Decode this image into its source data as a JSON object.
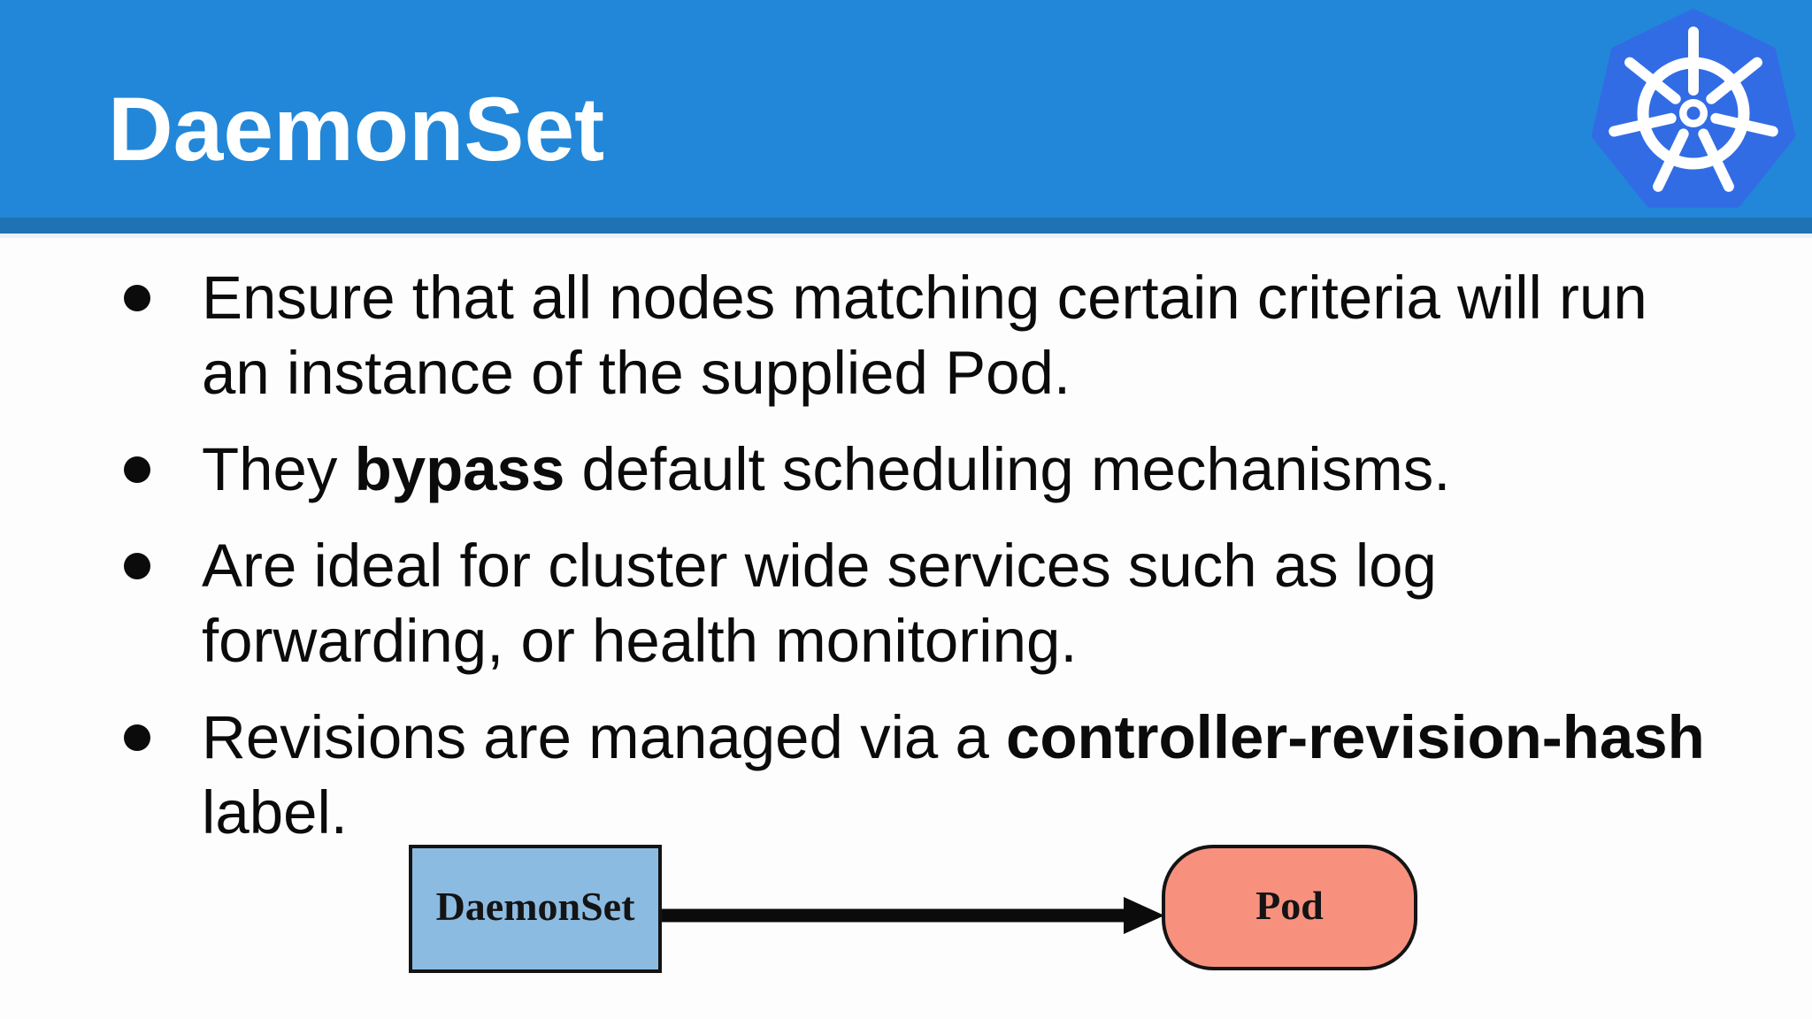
{
  "slide": {
    "title": "DaemonSet",
    "colors": {
      "header_bg": "#2287d8",
      "header_strip": "#1f72b4",
      "kubernetes_blue": "#326ce5",
      "body_bg": "#fdfdfe",
      "text": "#0b0b0b",
      "daemonset_box_fill": "#8cbbe2",
      "pod_fill": "#f7917e",
      "shape_border": "#141414"
    },
    "icons": {
      "logo": "kubernetes-helm-wheel-icon",
      "bullet": "disc-bullet-icon",
      "arrow": "right-arrow-icon"
    }
  },
  "bullets": [
    {
      "pre": "Ensure that all nodes matching certain criteria will run an instance of the supplied Pod.",
      "bold": "",
      "post": ""
    },
    {
      "pre": "They ",
      "bold": "bypass",
      "post": " default scheduling mechanisms."
    },
    {
      "pre": "Are ideal for cluster wide services such as log forwarding, or health monitoring.",
      "bold": "",
      "post": ""
    },
    {
      "pre": "Revisions are managed via a ",
      "bold": "controller-revision-hash",
      "post": " label."
    }
  ],
  "diagram": {
    "source_label": "DaemonSet",
    "target_label": "Pod"
  }
}
